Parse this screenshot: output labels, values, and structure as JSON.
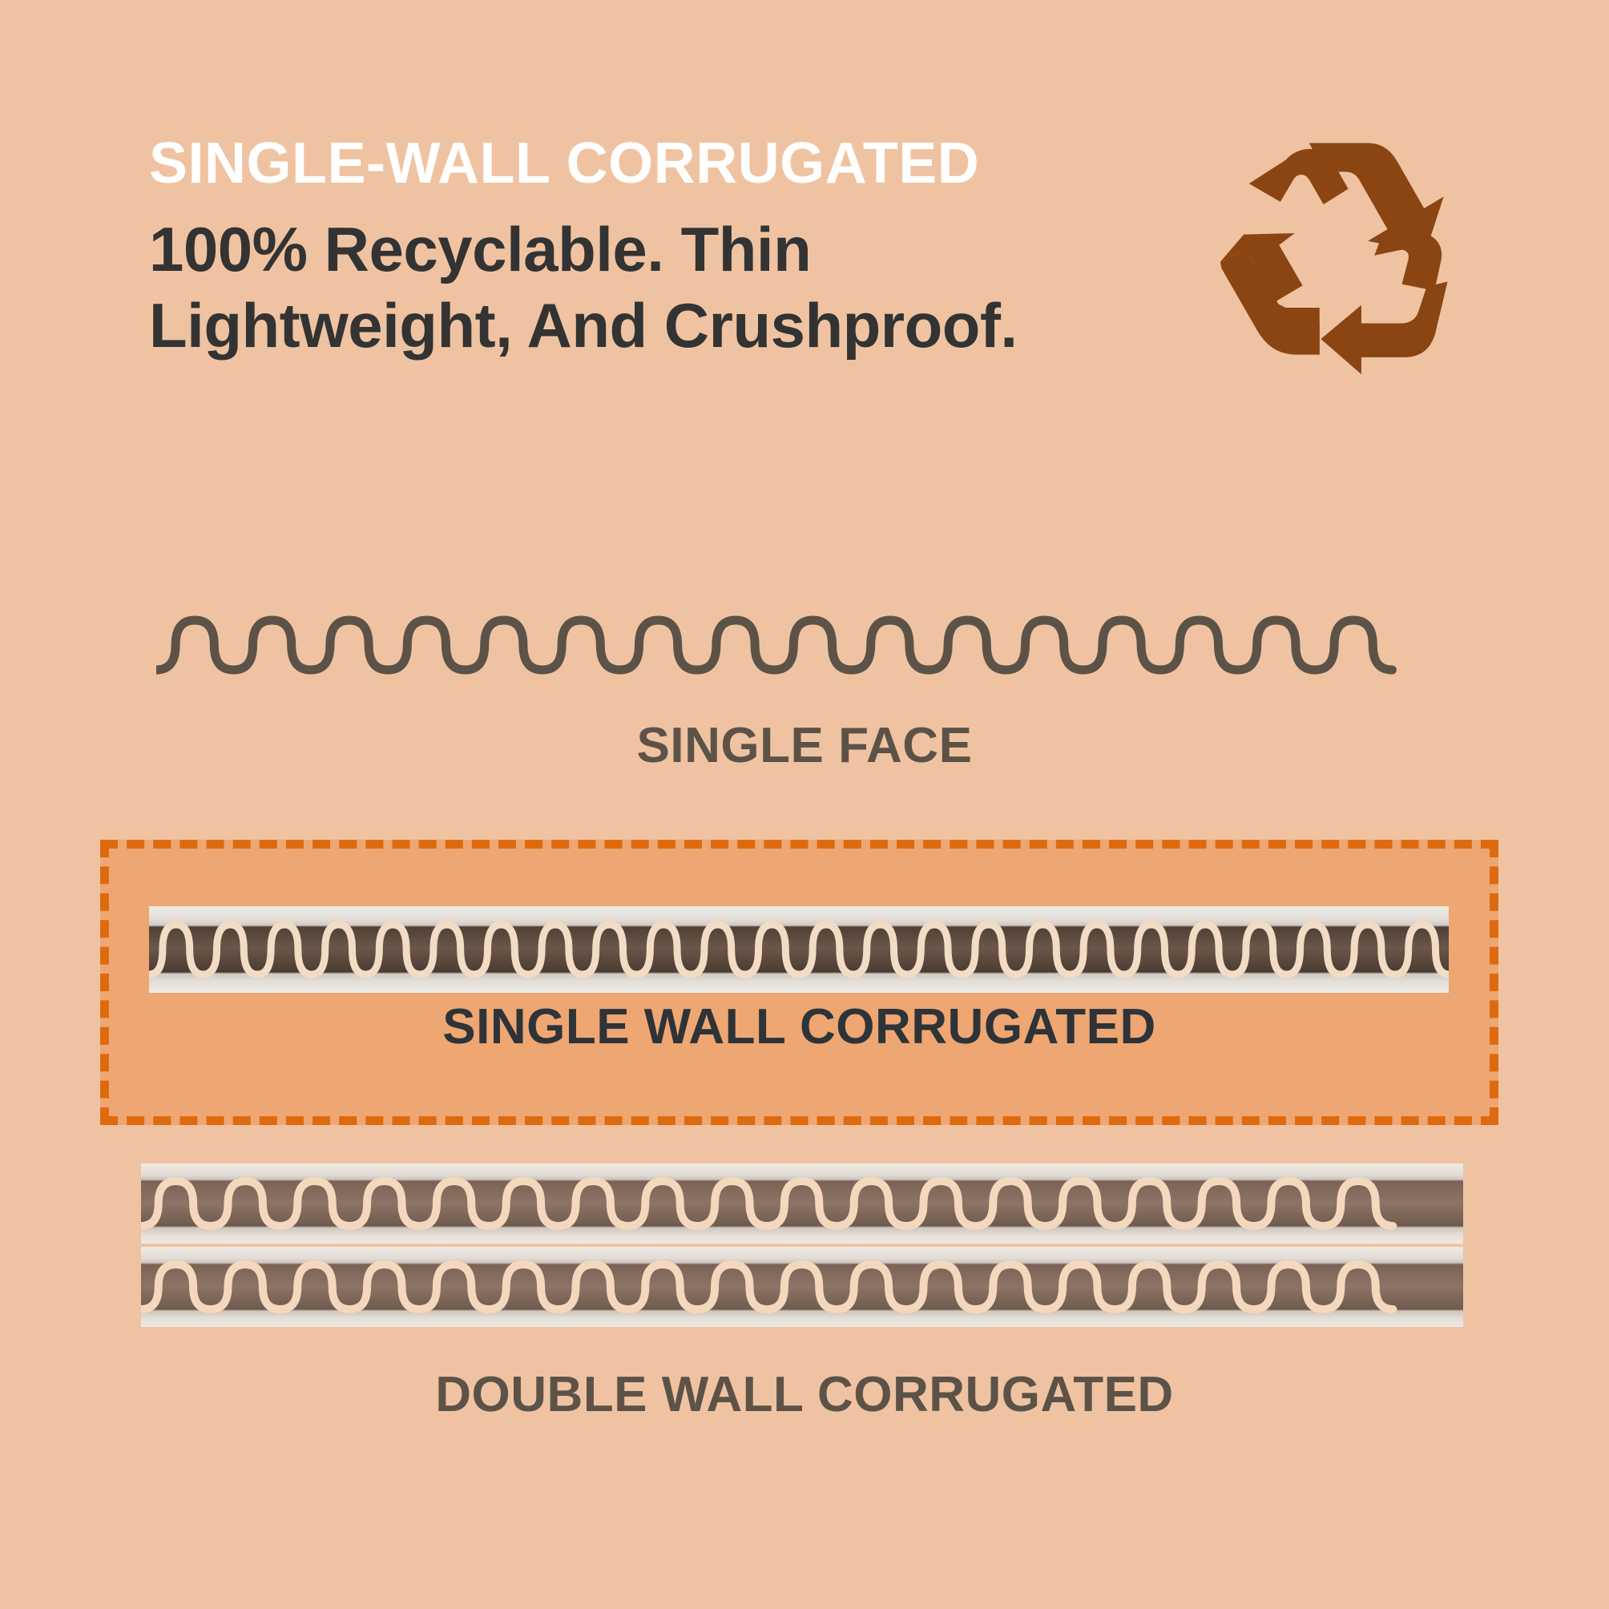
{
  "header": {
    "kicker": "SINGLE-WALL CORRUGATED",
    "subhead": "100% Recyclable. Thin Lightweight, And Crushproof.",
    "recycle_icon": "recycle-icon"
  },
  "diagram": {
    "rows": [
      {
        "id": "single-face",
        "label": "SINGLE FACE",
        "highlighted": false
      },
      {
        "id": "single-wall",
        "label": "SINGLE WALL CORRUGATED",
        "highlighted": true
      },
      {
        "id": "double-wall",
        "label": "DOUBLE WALL CORRUGATED",
        "highlighted": false
      }
    ]
  },
  "colors": {
    "background": "#EFC3A1",
    "kicker_text": "#FFFFFF",
    "subhead_text": "#333333",
    "recycle_brown": "#8B4513",
    "wave_brown": "#5C5248",
    "highlight_fill": "#EEA672",
    "highlight_border": "#DE6A10",
    "label_muted": "#5C5248",
    "label_dark": "#2E3338",
    "flute_cream": "#F2DCC6",
    "liner_light": "#EDEAE6"
  }
}
